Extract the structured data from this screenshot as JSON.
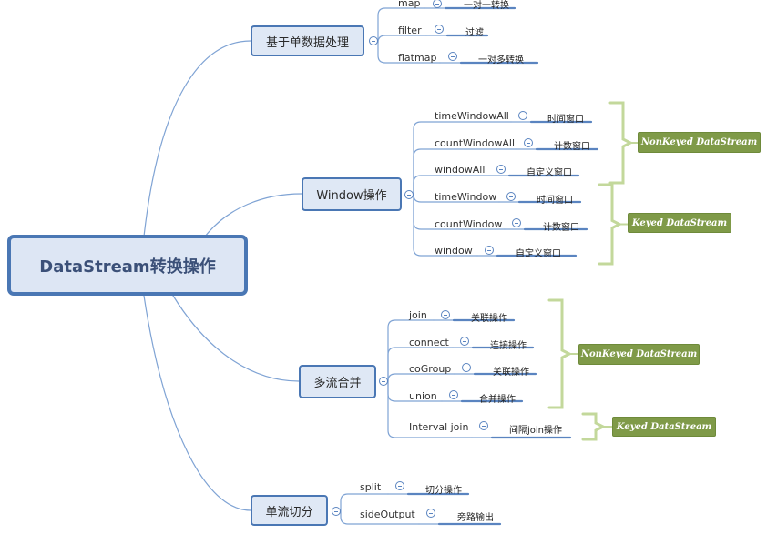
{
  "colors": {
    "line": "#7fa3d4",
    "node_border": "#4a77b4",
    "node_fill": "#dfe8f5",
    "bracket": "#c3d89b",
    "tag": "#7f9a48"
  },
  "root": {
    "label": "DataStream转换操作"
  },
  "branches": [
    {
      "label": "基于单数据处理",
      "items": [
        {
          "name": "map",
          "desc": "一对一转换"
        },
        {
          "name": "filter",
          "desc": "过滤"
        },
        {
          "name": "flatmap",
          "desc": "一对多转换"
        }
      ]
    },
    {
      "label": "Window操作",
      "items": [
        {
          "name": "timeWindowAll",
          "desc": "时间窗口"
        },
        {
          "name": "countWindowAll",
          "desc": "计数窗口"
        },
        {
          "name": "windowAll",
          "desc": "自定义窗口"
        },
        {
          "name": "timeWindow",
          "desc": "时间窗口"
        },
        {
          "name": "countWindow",
          "desc": "计数窗口"
        },
        {
          "name": "window",
          "desc": "自定义窗口"
        }
      ]
    },
    {
      "label": "多流合并",
      "items": [
        {
          "name": "join",
          "desc": "关联操作"
        },
        {
          "name": "connect",
          "desc": "连接操作"
        },
        {
          "name": "coGroup",
          "desc": "关联操作"
        },
        {
          "name": "union",
          "desc": "合并操作"
        },
        {
          "name": "Interval join",
          "desc": "间隔join操作"
        }
      ]
    },
    {
      "label": "单流切分",
      "items": [
        {
          "name": "split",
          "desc": "切分操作"
        },
        {
          "name": "sideOutput",
          "desc": "旁路输出"
        }
      ]
    }
  ],
  "tags": [
    {
      "label": "NonKeyed DataStream"
    },
    {
      "label": "Keyed DataStream"
    },
    {
      "label": "NonKeyed DataStream"
    },
    {
      "label": "Keyed DataStream"
    }
  ]
}
